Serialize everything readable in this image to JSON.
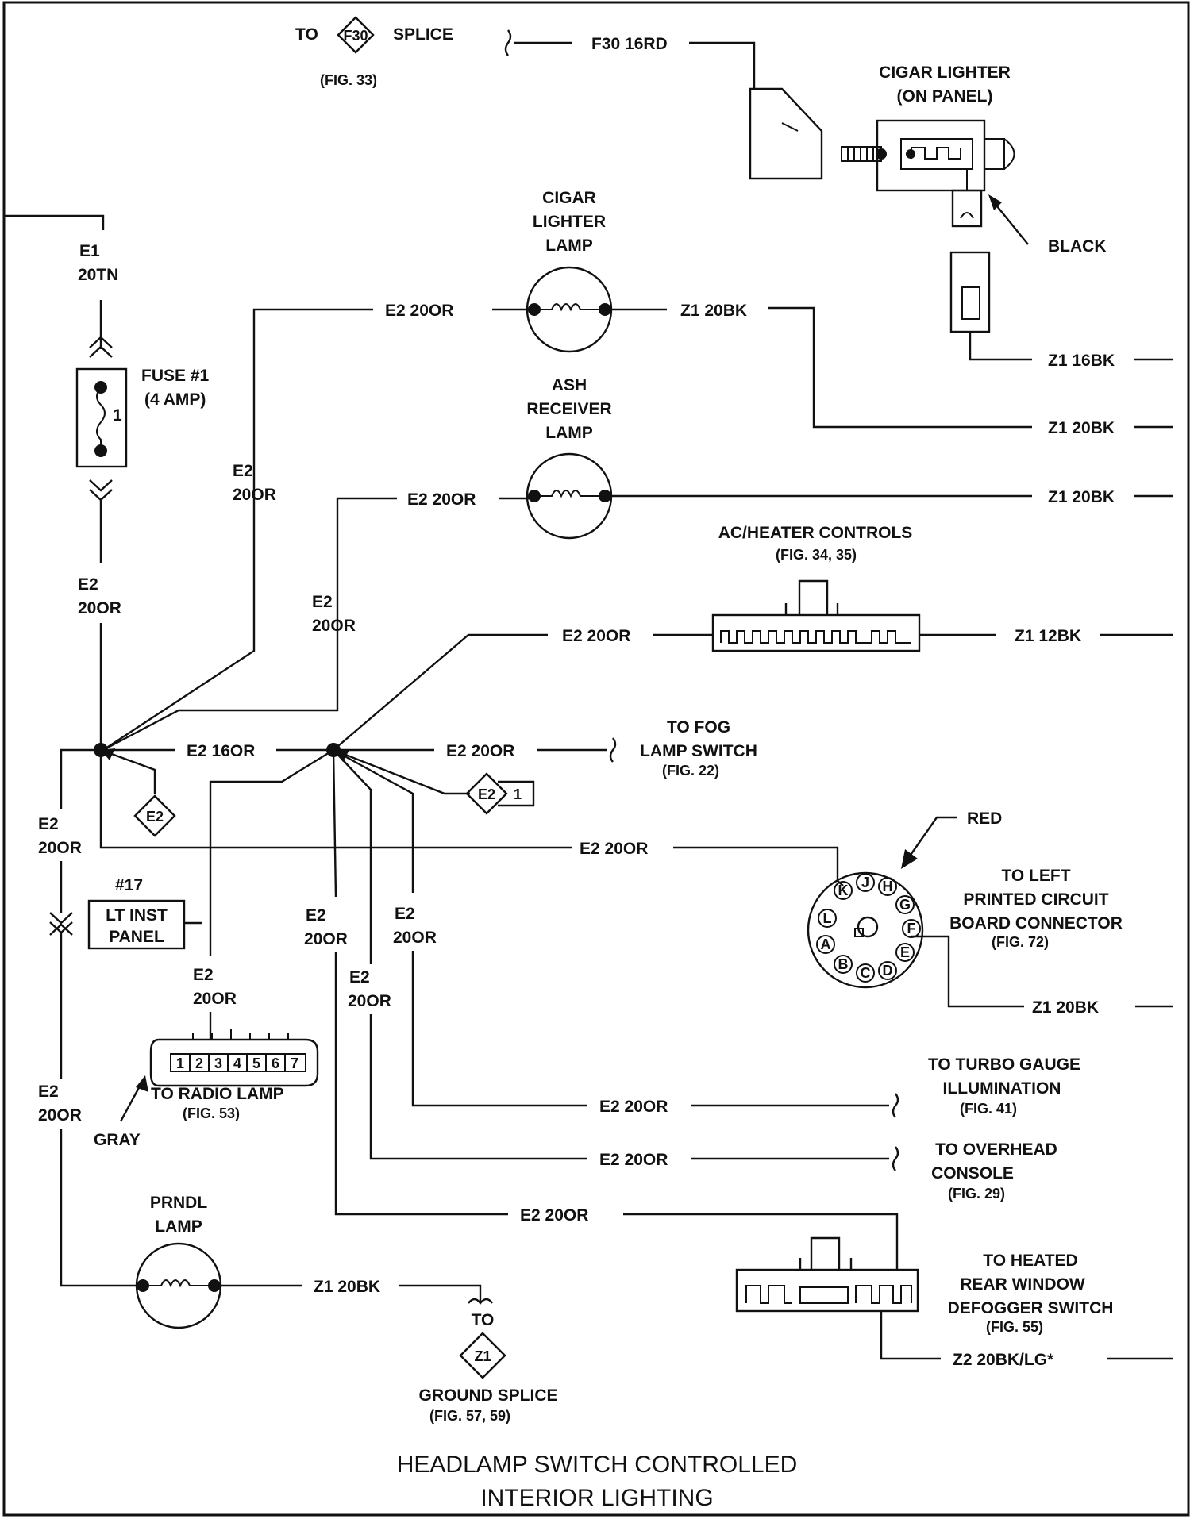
{
  "title": {
    "line1": "HEADLAMP SWITCH CONTROLLED",
    "line2": "INTERIOR LIGHTING"
  },
  "splices": {
    "e2": "E2",
    "e2_1": "E2",
    "e2_1_num": "1",
    "f30": "F30",
    "z1": "Z1"
  },
  "top": {
    "to": "TO",
    "splice": "SPLICE",
    "fig33": "(FIG. 33)",
    "f30_wire": "F30 16RD",
    "cigar_lighter": [
      "CIGAR LIGHTER",
      "(ON PANEL)"
    ],
    "black": "BLACK",
    "z1_16bk": "Z1 16BK"
  },
  "lamps": {
    "cigar_lighter_lamp": [
      "CIGAR",
      "LIGHTER",
      "LAMP"
    ],
    "ash_receiver_lamp": [
      "ASH",
      "RECEIVER",
      "LAMP"
    ],
    "prndl_lamp": [
      "PRNDL",
      "LAMP"
    ]
  },
  "fuse": {
    "label": [
      "FUSE #1",
      "(4 AMP)"
    ],
    "number": "1"
  },
  "wires": {
    "e1": [
      "E1",
      "20TN"
    ],
    "e2_20or_split": [
      "E2",
      "20OR"
    ],
    "e2_20or": "E2 20OR",
    "e2_16or": "E2 16OR",
    "z1_20bk": "Z1 20BK",
    "z1_12bk": "Z1 12BK",
    "z2": "Z2 20BK/LG*"
  },
  "ac_heater": {
    "label": "AC/HEATER CONTROLS",
    "fig": "(FIG. 34, 35)"
  },
  "fog": {
    "label": [
      "TO FOG",
      "LAMP SWITCH"
    ],
    "fig": "(FIG. 22)"
  },
  "pcb": {
    "red": "RED",
    "label": [
      "TO LEFT",
      "PRINTED CIRCUIT",
      "BOARD CONNECTOR"
    ],
    "fig": "(FIG. 72)",
    "pins": [
      "K",
      "J",
      "H",
      "G",
      "F",
      "E",
      "D",
      "C",
      "B",
      "A",
      "L"
    ]
  },
  "inst_panel": {
    "number": "#17",
    "label": [
      "LT INST",
      "PANEL"
    ]
  },
  "radio": {
    "label": "TO RADIO LAMP",
    "fig": "(FIG. 53)",
    "gray": "GRAY",
    "pins": [
      "1",
      "2",
      "3",
      "4",
      "5",
      "6",
      "7"
    ]
  },
  "turbo": {
    "label": [
      "TO TURBO GAUGE",
      "ILLUMINATION"
    ],
    "fig": "(FIG. 41)"
  },
  "overhead": {
    "label": [
      "TO OVERHEAD",
      "CONSOLE"
    ],
    "fig": "(FIG. 29)"
  },
  "defogger": {
    "label": [
      "TO HEATED",
      "REAR WINDOW",
      "DEFOGGER SWITCH"
    ],
    "fig": "(FIG. 55)"
  },
  "ground": {
    "to": "TO",
    "label": "GROUND SPLICE",
    "fig": "(FIG. 57, 59)"
  }
}
